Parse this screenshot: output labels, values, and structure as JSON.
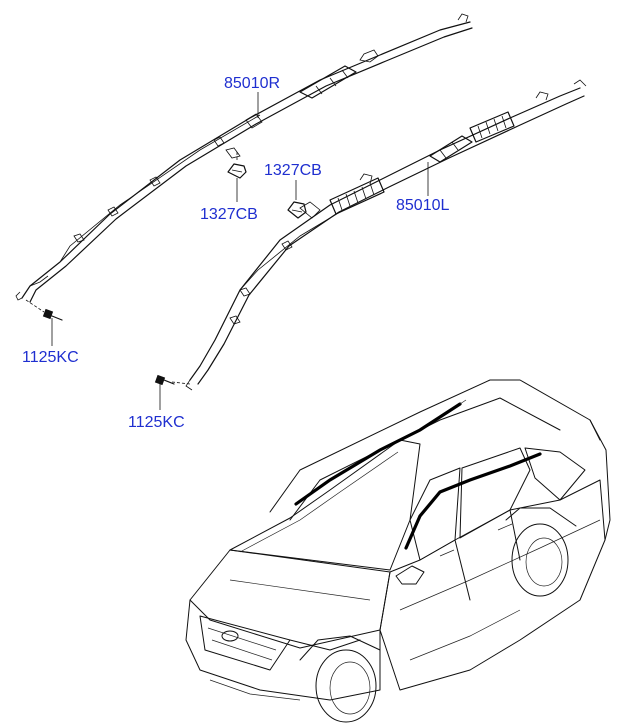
{
  "callouts": {
    "airbag_right": "85010R",
    "clip_right": "1327CB",
    "bolt_right": "1125KC",
    "clip_left": "1327CB",
    "airbag_left": "85010L",
    "bolt_left": "1125KC"
  },
  "colors": {
    "callout_text": "#1f2fd0",
    "line_art": "#111111",
    "background": "#ffffff"
  }
}
